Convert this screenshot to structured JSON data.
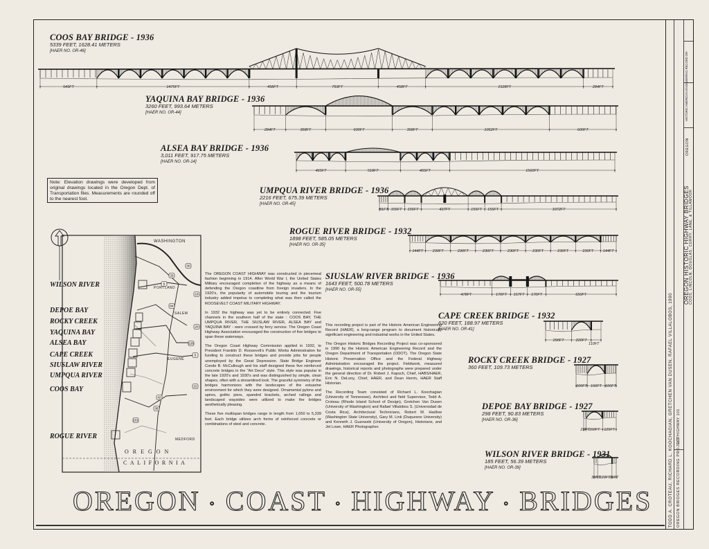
{
  "sheet_title": [
    "OREGON",
    "COAST",
    "HIGHWAY",
    "BRIDGES"
  ],
  "note": "Note: Elevation drawings were developed from original drawings located in the Oregon Dept. of Transportation files. Measurements are rounded off to the nearest foot.",
  "bridges": [
    {
      "title": "COOS BAY BRIDGE - 1936",
      "length": "5339 FEET, 1628.41 METERS",
      "haer": "[HAER NO. OR-46]",
      "spans": [
        {
          "label": "549FT",
          "ft": 549,
          "type": "girder"
        },
        {
          "label": "1475FT",
          "ft": 1475,
          "type": "arch",
          "count": 7
        },
        {
          "label": "458FT",
          "ft": 458,
          "type": "truss"
        },
        {
          "label": "793FT",
          "ft": 793,
          "type": "truss"
        },
        {
          "label": "458FT",
          "ft": 458,
          "type": "truss"
        },
        {
          "label": "1528FT",
          "ft": 1528,
          "type": "arch",
          "count": 7
        },
        {
          "label": "284FT",
          "ft": 284,
          "type": "girder"
        }
      ]
    },
    {
      "title": "YAQUINA BAY BRIDGE - 1936",
      "length": "3260 FEET, 993.64 METERS",
      "haer": "[HAER NO. OR-44]",
      "spans": [
        {
          "label": "284FT",
          "ft": 284,
          "type": "girder"
        },
        {
          "label": "358FT",
          "ft": 358,
          "type": "arch",
          "count": 1
        },
        {
          "label": "600FT",
          "ft": 600,
          "type": "tiedarch"
        },
        {
          "label": "358FT",
          "ft": 358,
          "type": "arch",
          "count": 1
        },
        {
          "label": "1052FT",
          "ft": 1052,
          "type": "arch",
          "count": 5
        },
        {
          "label": "600FT",
          "ft": 600,
          "type": "girder"
        }
      ]
    },
    {
      "title": "ALSEA BAY BRIDGE - 1936",
      "length": "3,011 FEET, 917.75 METERS",
      "haer": "[HAER NO. OR-14]",
      "spans": [
        {
          "label": "465FT",
          "ft": 465,
          "type": "arch",
          "count": 3
        },
        {
          "label": "518FT",
          "ft": 518,
          "type": "tiedarch",
          "count": 3
        },
        {
          "label": "465FT",
          "ft": 465,
          "type": "arch",
          "count": 3
        },
        {
          "label": "1560FT",
          "ft": 1560,
          "type": "girder"
        }
      ]
    },
    {
      "title": "UMPQUA RIVER BRIDGE - 1936",
      "length": "2216 FEET, 675.39 METERS",
      "haer": "[HAER NO. OR-45]",
      "spans": [
        {
          "label": "81FT",
          "ft": 81,
          "type": "girder"
        },
        {
          "label": "155FT",
          "ft": 155,
          "type": "tiedarch"
        },
        {
          "label": "155FT",
          "ft": 155,
          "type": "tiedarch"
        },
        {
          "label": "437FT",
          "ft": 437,
          "type": "truss"
        },
        {
          "label": "155FT",
          "ft": 155,
          "type": "tiedarch"
        },
        {
          "label": "155FT",
          "ft": 155,
          "type": "tiedarch"
        },
        {
          "label": "1072FT",
          "ft": 1072,
          "type": "girder"
        }
      ]
    },
    {
      "title": "ROGUE RIVER BRIDGE - 1932",
      "length": "1898 FEET, 585.05 METERS",
      "haer": "[HAER NO. OR-35]",
      "spans": [
        {
          "label": "144FT",
          "ft": 144,
          "type": "girder"
        },
        {
          "label": "230FT",
          "ft": 230,
          "type": "arch"
        },
        {
          "label": "230FT",
          "ft": 230,
          "type": "arch"
        },
        {
          "label": "230FT",
          "ft": 230,
          "type": "arch"
        },
        {
          "label": "230FT",
          "ft": 230,
          "type": "arch"
        },
        {
          "label": "230FT",
          "ft": 230,
          "type": "arch"
        },
        {
          "label": "230FT",
          "ft": 230,
          "type": "arch"
        },
        {
          "label": "230FT",
          "ft": 230,
          "type": "arch"
        },
        {
          "label": "144FT",
          "ft": 144,
          "type": "girder"
        }
      ]
    },
    {
      "title": "SIUSLAW RIVER BRIDGE - 1936",
      "length": "1643 FEET, 500.78 METERS",
      "haer": "[HAER NO. OR-55]",
      "spans": [
        {
          "label": "478FT",
          "ft": 478,
          "type": "girder"
        },
        {
          "label": "170FT",
          "ft": 170,
          "type": "tiedarch"
        },
        {
          "label": "157FT",
          "ft": 157,
          "type": "bascule"
        },
        {
          "label": "170FT",
          "ft": 170,
          "type": "tiedarch"
        },
        {
          "label": "650FT",
          "ft": 650,
          "type": "girder"
        }
      ]
    },
    {
      "title": "CAPE CREEK BRIDGE - 1932",
      "length": "620 FEET, 188.97 METERS",
      "haer": "[HAER NO. OR-41]",
      "spans": [
        {
          "label": "290FT",
          "ft": 290,
          "type": "girder"
        },
        {
          "label": "220FT",
          "ft": 220,
          "type": "arch"
        }
      ],
      "extra_label": "110FT"
    },
    {
      "title": "ROCKY CREEK BRIDGE - 1927",
      "length": "360 FEET, 109.73 METERS",
      "haer": "",
      "spans": [
        {
          "label": "100FT",
          "ft": 100,
          "type": "girder"
        },
        {
          "label": "160FT",
          "ft": 160,
          "type": "arch"
        },
        {
          "label": "100FT",
          "ft": 100,
          "type": "girder"
        }
      ]
    },
    {
      "title": "DEPOE BAY BRIDGE - 1927",
      "length": "298 FEET, 90.83 METERS",
      "haer": "[HAER NO. OR-36]",
      "spans": [
        {
          "label": "23FT",
          "ft": 23,
          "type": "girder"
        },
        {
          "label": "150FT",
          "ft": 150,
          "type": "arch"
        },
        {
          "label": "125FT",
          "ft": 125,
          "type": "girder"
        }
      ]
    },
    {
      "title": "WILSON RIVER BRIDGE - 1931",
      "length": "185 FEET, 56.39 METERS",
      "haer": "[HAER NO. OR-39]",
      "spans": [
        {
          "label": "30FT",
          "ft": 30,
          "type": "girder"
        },
        {
          "label": "123FT",
          "ft": 123,
          "type": "tiedarch"
        },
        {
          "label": "36FT",
          "ft": 36,
          "type": "girder"
        }
      ]
    }
  ],
  "map": {
    "states": {
      "north": "WASHINGTON",
      "state": "OREGON",
      "south": "CALIFORNIA"
    },
    "cities": [
      "PORTLAND",
      "SALEM",
      "EUGENE",
      "MEDFORD"
    ],
    "highways": [
      "30",
      "26",
      "6",
      "18",
      "84",
      "20",
      "126",
      "5",
      "38",
      "42",
      "101",
      "22"
    ],
    "labels": [
      "WILSON RIVER",
      "DEPOE BAY",
      "ROCKY CREEK",
      "YAQUINA BAY",
      "ALSEA BAY",
      "CAPE CREEK",
      "SIUSLAW RIVER",
      "UMPQUA RIVER",
      "COOS BAY",
      "ROGUE RIVER"
    ],
    "north_arrow_icon": "north-arrow"
  },
  "text_col1": [
    "The OREGON COAST HIGHWAY was constructed in piecemeal fashion beginning in 1914. After World War I, the United States Military encouraged completion of the highway as a means of defending the Oregon coastline from foreign invaders. In the 1920's, the popularity of automobile touring and the tourism industry added impetus to completing what was then called the ROOSEVELT COAST MILITARY HIGHWAY.",
    "In 1932 the highway was yet to be entirely connected. Five channels in the southern half of the state : COOS BAY, THE UMPQUA RIVER, THE SIUSLAW RIVER, ALSEA BAY and YAQUINA BAY - were crossed by ferry service. The Oregon Coast Highway Association encouraged the construction of five bridges to span these waterways.",
    "The Oregon Coast Highway Commission applied in 1932, to President Franklin D. Roosevelt's Public Works Administration for funding to construct these bridges and provide jobs for people unemployed by the Great Depression. State Bridge Engineer Conde B. McCullough and his staff designed these five reinforced concrete bridges in the \"Art Deco\" style. This style was popular in the late 1920's and 1930's and was distinguished by simple, clean shapes, often with a streamlined look. The graceful symmetry of the bridges harmonizes with the landscapes of the estuarine environment for which they were designed. Ornamental pylons and spires, gothic piers, spandrel brackets, arched railings and landscaped waysides were utilized to make the bridges aesthetically pleasing.",
    "These five multispan bridges range in length from 1,650 to 5,339 feet. Each bridge utilizes arch forms of reinforced concrete or combinations of steel and concrete."
  ],
  "text_col2": [
    "This recording project is part of the Historic American Engineering Record (HAER), a long-range program to document historically significant engineering and industrial works in the United States.",
    "The Oregon Historic Bridges Recording Project was co-sponsored in 1990 by the Historic American Engineering Record and the Oregon Department of Transportation (ODOT). The Oregon State Historic Preservation Office and the Federal Highway Administration encouraged the project. Fieldwork, measured drawings, historical reports and photographs were prepared under the general direction of Dr. Robert J. Kapsch, Chief, HABS/HAER, Eric N. DeLony, Chief, HAER, and Dean Herrin, HAER Staff Historian.",
    "The Recording Team consisted of Richard L. Koochagian (University of Tennessee), Architect and field Supervisor, Todd A. Croteau (Rhode Island School of Design), Gretchen Van Dusen (University of Washington) and Rafael Villalobos S. (Universidad de Costa Rica), Architectural Technicians, Robert W. Hadlow (Washington State University), Gary M. Link (Duquesne University) and Kenneth J. Guzowski (University of Oregon), Historians, and Jet Lowe, HAER Photographer."
  ],
  "title_block": {
    "drawn_by": "TODD A. CROTEAU,  RICHARD L. KOOCHAGIAN,  GRETCHEN VAN DUSEN,  RAFAEL VILLALOBOS, 1990",
    "project": "OREGON BRIDGES RECORDING PROJECT",
    "route": "US HIGHWAY 101",
    "name": "OREGON HISTORIC HIGHWAY BRIDGES",
    "counties": "COOS, LINCOLN, DOUGLAS, CURRY, LANE, & TILLAMOOK",
    "state": "OREGON",
    "record": "HISTORIC AMERICAN ENGINEERING RECORD OR-"
  },
  "colors": {
    "paper": "#efebe3",
    "ink": "#1a1a1a"
  }
}
